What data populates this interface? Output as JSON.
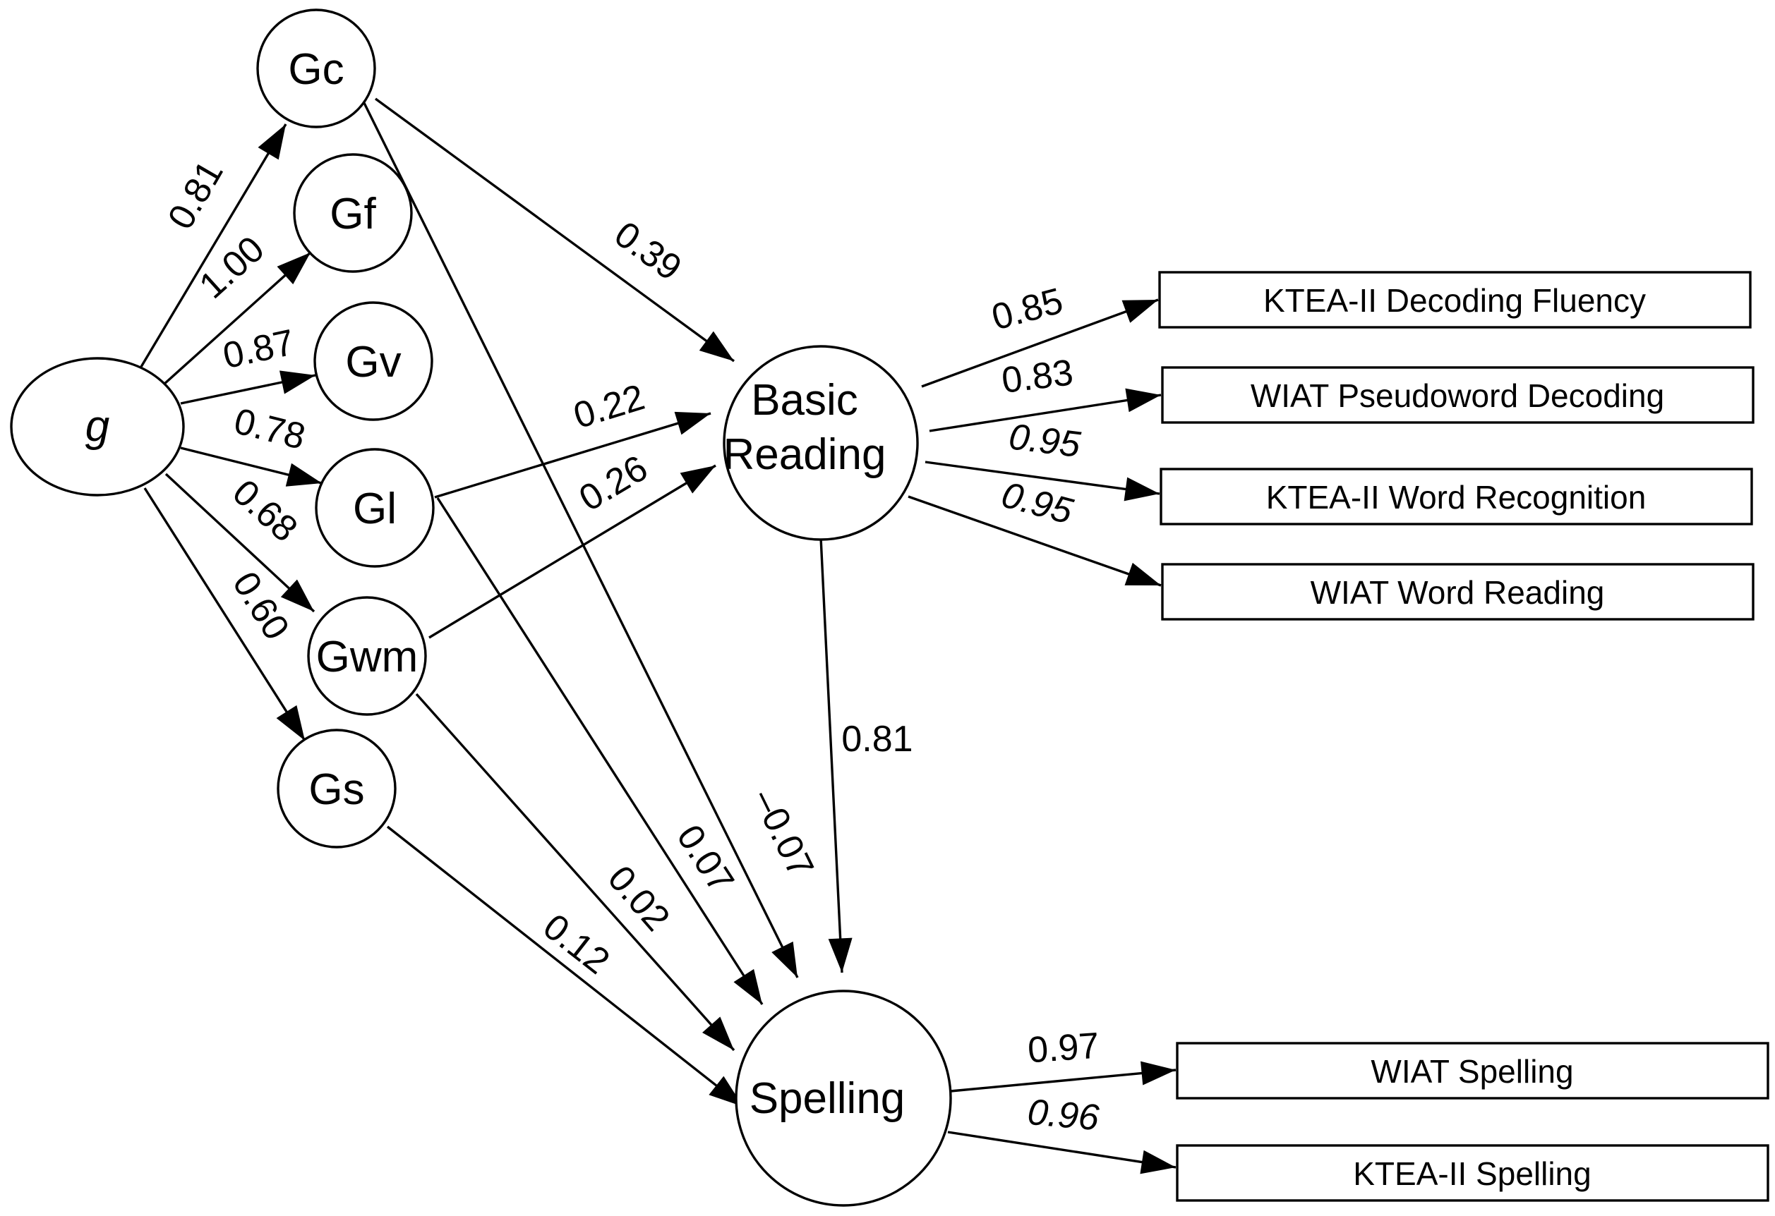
{
  "nodes": {
    "g": "g",
    "gc": "Gc",
    "gf": "Gf",
    "gv": "Gv",
    "gl": "Gl",
    "gwm": "Gwm",
    "gs": "Gs",
    "basic_reading_line1": "Basic",
    "basic_reading_line2": "Reading",
    "spelling": "Spelling"
  },
  "indicators": {
    "ktea_decoding_fluency": "KTEA-II Decoding Fluency",
    "wiat_pseudoword": "WIAT Pseudoword Decoding",
    "ktea_word_recognition": "KTEA-II Word Recognition",
    "wiat_word_reading": "WIAT Word Reading",
    "wiat_spelling": "WIAT Spelling",
    "ktea_spelling": "KTEA-II Spelling"
  },
  "paths": {
    "g_gc": "0.81",
    "g_gf": "1.00",
    "g_gv": "0.87",
    "g_gl": "0.78",
    "g_gwm": "0.68",
    "g_gs": "0.60",
    "gc_br": "0.39",
    "gl_br": "0.22",
    "gwm_br": "0.26",
    "br_sp": "0.81",
    "gc_sp": "–0.07",
    "gl_sp": "0.07",
    "gwm_sp": "0.02",
    "gs_sp": "0.12",
    "br_ktea_dec": "0.85",
    "br_wiat_pseudo": "0.83",
    "br_ktea_wr": "0.95",
    "br_wiat_wr": "0.95",
    "sp_wiat_sp": "0.97",
    "sp_ktea_sp": "0.96"
  }
}
